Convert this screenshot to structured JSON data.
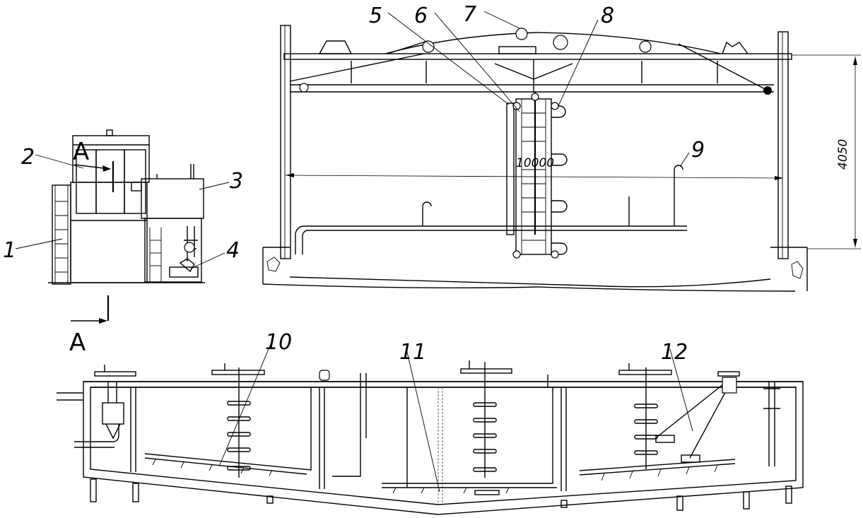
{
  "section_marker": {
    "top": "A",
    "bottom": "A"
  },
  "callouts": [
    "1",
    "2",
    "3",
    "4",
    "5",
    "6",
    "7",
    "8",
    "9",
    "10",
    "11",
    "12"
  ],
  "dimensions": {
    "span": "10000",
    "height": "4050"
  }
}
